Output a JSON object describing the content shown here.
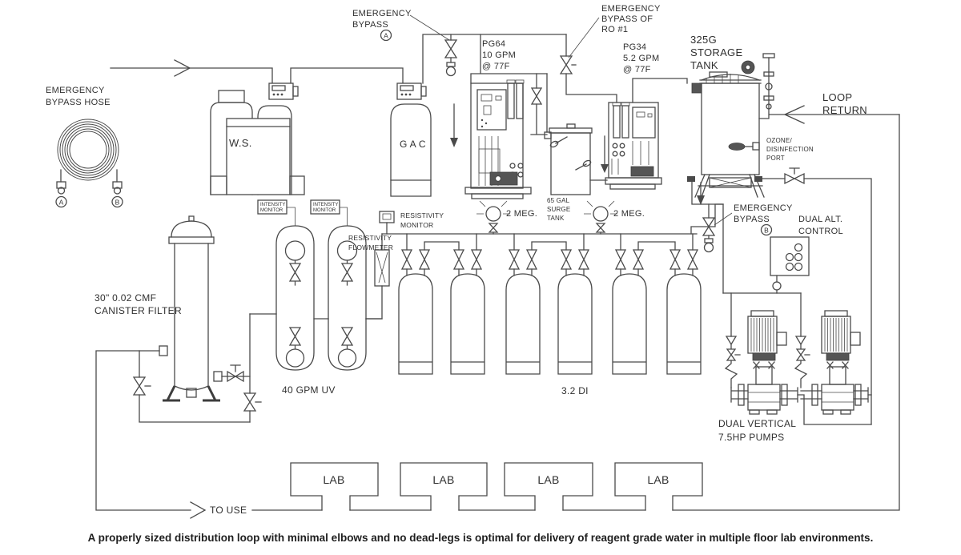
{
  "caption": "A properly sized distribution loop with minimal elbows and no dead-legs is optimal for delivery of reagent grade water in multiple floor lab environments.",
  "labels": {
    "emergency_bypass_hose": [
      "EMERGENCY",
      "BYPASS HOSE"
    ],
    "port_a": "A",
    "port_b": "B",
    "emergency_bypass": [
      "EMERGENCY",
      "BYPASS"
    ],
    "water_softener": "W.S.",
    "gac": "G A C",
    "ro1": [
      "PG64",
      "10 GPM",
      "@ 77F"
    ],
    "ro1_bypass": [
      "EMERGENCY",
      "BYPASS OF",
      "RO #1"
    ],
    "ro2": [
      "PG34",
      "5.2 GPM",
      "@ 77F"
    ],
    "surge_tank": [
      "65 GAL",
      "SURGE",
      "TANK"
    ],
    "storage_tank": [
      "325G",
      "STORAGE",
      "TANK"
    ],
    "loop_return": [
      "LOOP",
      "RETURN"
    ],
    "ozone_port": [
      "OZONE/",
      "DISINFECTION",
      "PORT"
    ],
    "dual_alt_control": [
      "DUAL ALT.",
      "CONTROL"
    ],
    "canister_filter": [
      "30\" 0.02 CMF",
      "CANISTER FILTER"
    ],
    "intensity_monitor": [
      "INTENSITY",
      "MONITOR"
    ],
    "resistivity_monitor": [
      "RESISTIVITY",
      "MONITOR"
    ],
    "resistivity_flowmeter": [
      "RESISTIVITY",
      "FLOWMETER"
    ],
    "uv": "40 GPM UV",
    "di": "3.2 DI",
    "meg": "2 MEG.",
    "pumps": [
      "DUAL VERTICAL",
      "7.5HP PUMPS"
    ],
    "lab": "LAB",
    "to_use": "TO USE"
  },
  "colors": {
    "line": "#4a4a4a",
    "text": "#303030",
    "background": "#ffffff"
  }
}
